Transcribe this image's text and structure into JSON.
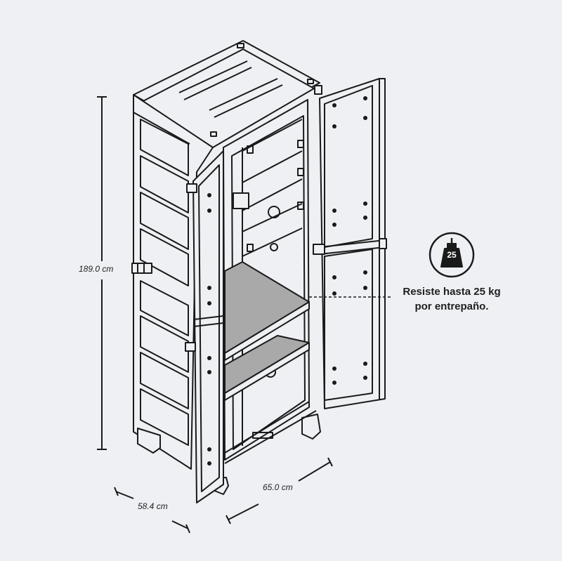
{
  "dimensions": {
    "height": "189.0 cm",
    "depth": "58.4 cm",
    "width": "65.0 cm"
  },
  "load_callout": {
    "line1": "Resiste hasta 25 kg",
    "line2": "por entrepaño.",
    "badge_value": "25",
    "badge_icon": "weight-icon"
  },
  "colors": {
    "background": "#eef0f3",
    "line": "#1a1a1a",
    "shelf_fill": "#a9a9a9",
    "cabinet_fill": "#eef0f3"
  }
}
